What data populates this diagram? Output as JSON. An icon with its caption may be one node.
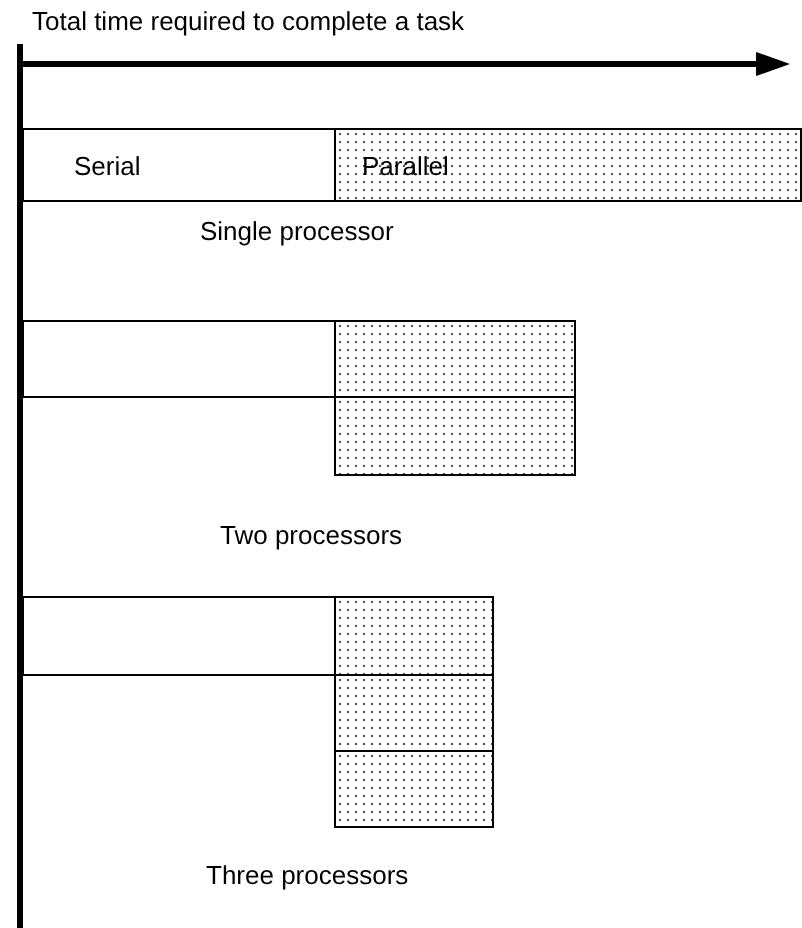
{
  "diagram": {
    "nodes": [
      {
        "text": [
          "Serial"
        ]
      },
      {
        "text": [
          "Parallel"
        ]
      },
      {
        "text": [],
        "shape": "box"
      },
      {
        "text": [],
        "shape": "box"
      },
      {
        "text": [],
        "shape": "box"
      },
      {
        "text": [],
        "shape": "box"
      },
      {
        "text": [],
        "shape": "box"
      },
      {
        "text": [],
        "shape": "box"
      },
      {
        "text": [],
        "shape": "box"
      }
    ],
    "edges": [],
    "labels": [
      "Total time required to complete a task",
      "Single processor",
      "Two processors",
      "Three processors"
    ]
  }
}
